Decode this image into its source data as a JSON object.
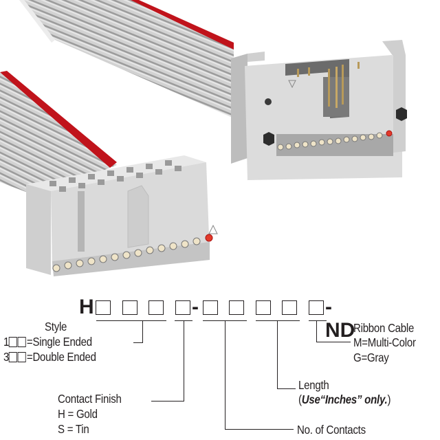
{
  "product_image": {
    "description": "Ribbon cable assembly: gray flat ribbon cable with red stripe, IDC socket connector (left) and shrouded header with latches (right)",
    "colors": {
      "cable_gray": "#c9c9c9",
      "stripe_red": "#c0131b",
      "housing": "#dcdcdc",
      "pin_gold": "#b89a5a"
    }
  },
  "part_number": {
    "prefix": "H",
    "dash1": "-",
    "suffix": "-ND",
    "box_count_before_dash": 4,
    "box_count_after_dash": 5
  },
  "labels": {
    "style": {
      "title": "Style",
      "line1_prefix": "1",
      "line1_text": "=Single Ended",
      "line2_prefix": "3",
      "line2_text": "=Double Ended"
    },
    "ribbon": {
      "title": "Ribbon Cable",
      "line1": "M=Multi-Color",
      "line2": "G=Gray"
    },
    "length": {
      "title": "Length",
      "note_open": "(",
      "note_bold": "Use“Inches” only.",
      "note_close": ")"
    },
    "contact_finish": {
      "title": "Contact Finish",
      "line1": "H = Gold",
      "line2": "S = Tin"
    },
    "contacts": {
      "title": "No. of Contacts"
    }
  }
}
